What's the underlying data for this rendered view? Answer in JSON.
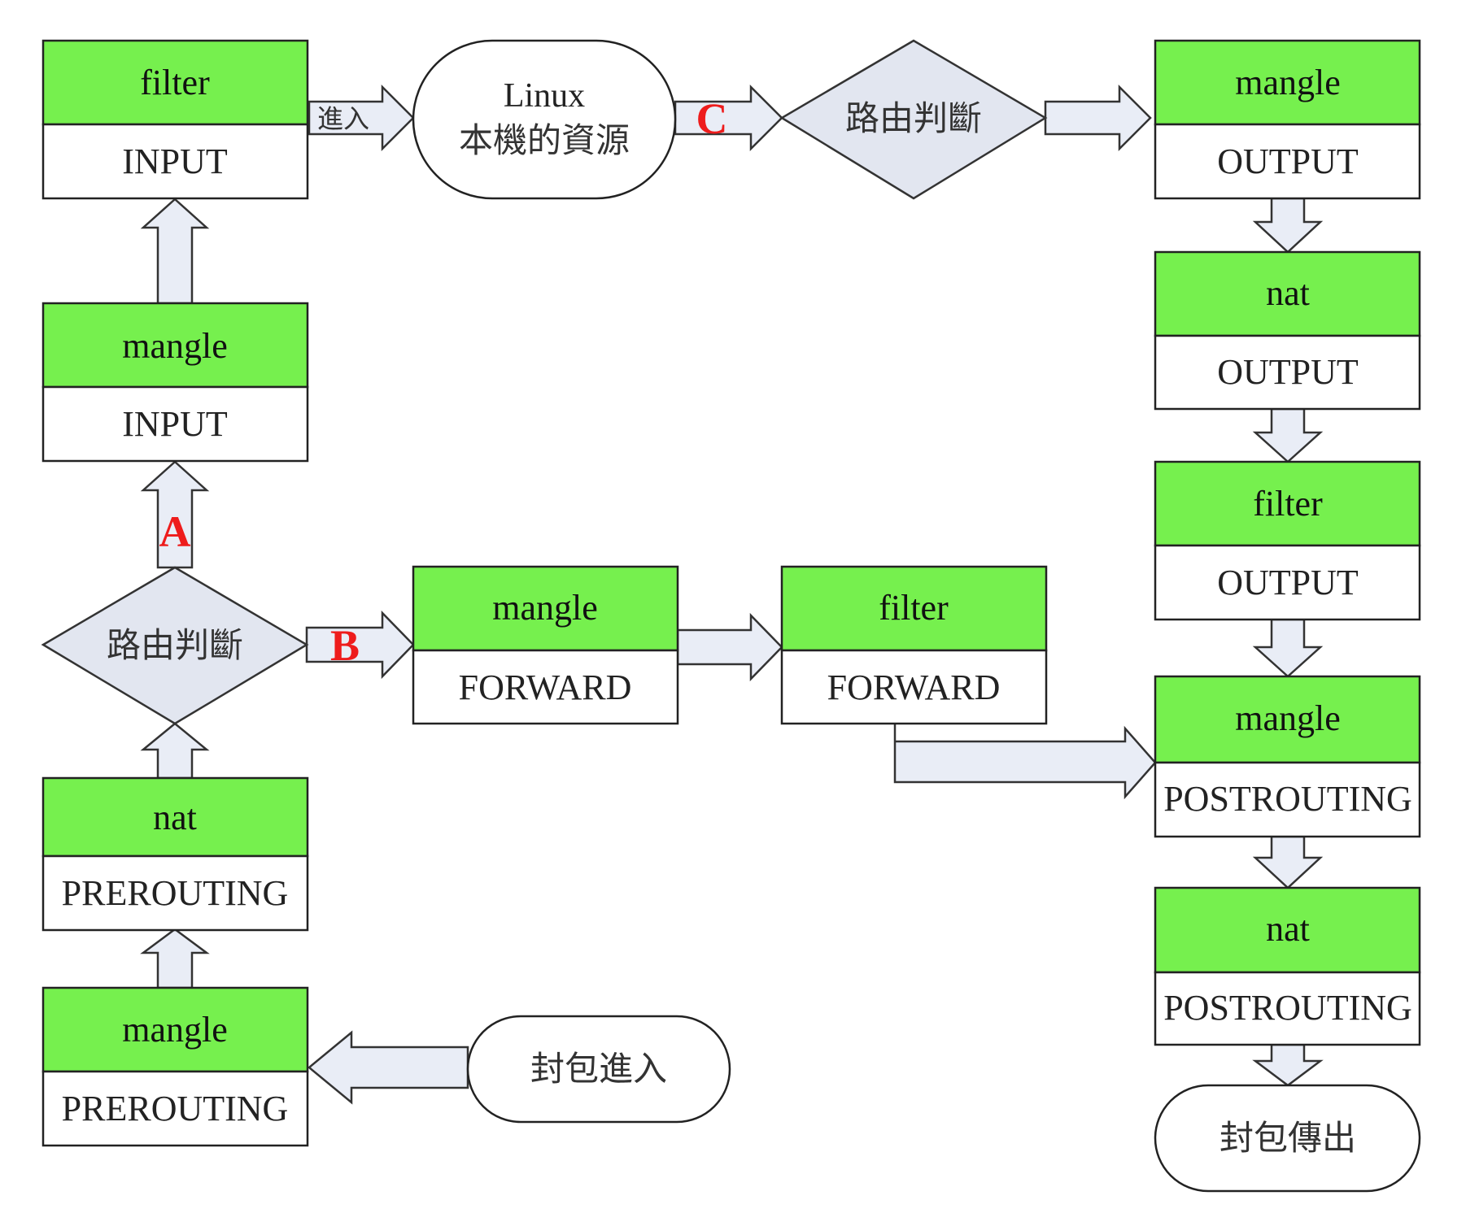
{
  "colors": {
    "table_header": "#76f04e",
    "marker": "#ee1c1c"
  },
  "chains": {
    "prerouting_mangle": {
      "table": "mangle",
      "chain": "PREROUTING"
    },
    "prerouting_nat": {
      "table": "nat",
      "chain": "PREROUTING"
    },
    "input_mangle": {
      "table": "mangle",
      "chain": "INPUT"
    },
    "input_filter": {
      "table": "filter",
      "chain": "INPUT"
    },
    "forward_mangle": {
      "table": "mangle",
      "chain": "FORWARD"
    },
    "forward_filter": {
      "table": "filter",
      "chain": "FORWARD"
    },
    "output_mangle": {
      "table": "mangle",
      "chain": "OUTPUT"
    },
    "output_nat": {
      "table": "nat",
      "chain": "OUTPUT"
    },
    "output_filter": {
      "table": "filter",
      "chain": "OUTPUT"
    },
    "postrouting_mangle": {
      "table": "mangle",
      "chain": "POSTROUTING"
    },
    "postrouting_nat": {
      "table": "nat",
      "chain": "POSTROUTING"
    }
  },
  "terminals": {
    "packet_in": "封包進入",
    "packet_out": "封包傳出",
    "local_line1": "Linux",
    "local_line2": "本機的資源"
  },
  "decisions": {
    "routing_1": "路由判斷",
    "routing_2": "路由判斷"
  },
  "arrow_labels": {
    "enter": "進入"
  },
  "markers": {
    "a": "A",
    "b": "B",
    "c": "C"
  }
}
